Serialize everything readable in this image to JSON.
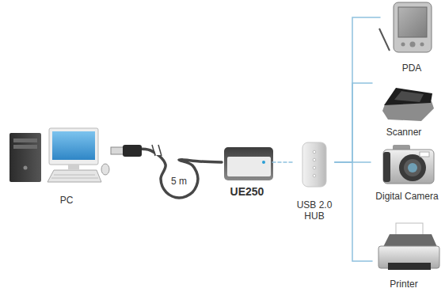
{
  "diagram": {
    "nodes": [
      {
        "text": [
          "PC"
        ]
      },
      {
        "text": [
          "UE250"
        ]
      },
      {
        "text": [
          "USB 2.0 HUB"
        ]
      },
      {
        "text": [
          "PDA"
        ]
      },
      {
        "text": [
          "Scanner"
        ]
      },
      {
        "text": [
          "Digital Camera"
        ]
      },
      {
        "text": [
          "Printer"
        ]
      }
    ],
    "edges": [
      {
        "from": 0,
        "to": 1,
        "arrow": "none",
        "label": "5 m"
      },
      {
        "from": 1,
        "to": 2,
        "arrow": "none"
      },
      {
        "from": 2,
        "to": 3,
        "arrow": "none"
      },
      {
        "from": 2,
        "to": 4,
        "arrow": "none"
      },
      {
        "from": 2,
        "to": 5,
        "arrow": "none"
      },
      {
        "from": 2,
        "to": 6,
        "arrow": "none"
      }
    ]
  }
}
